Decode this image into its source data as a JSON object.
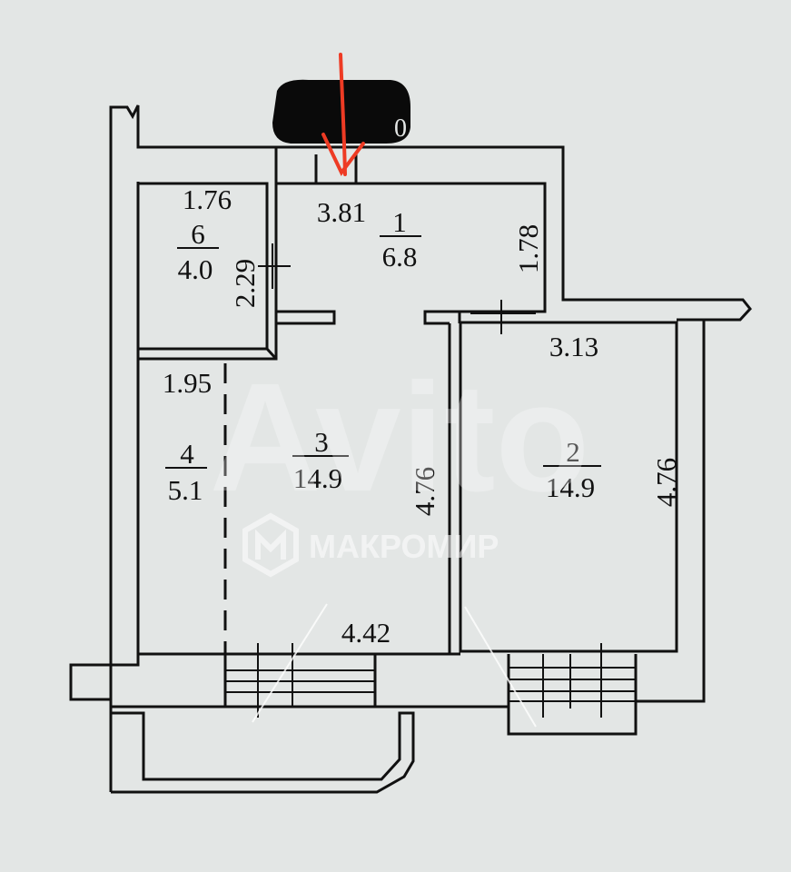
{
  "rooms": {
    "r1": {
      "number": "1",
      "area": "6.8"
    },
    "r2": {
      "number": "2",
      "area": "14.9"
    },
    "r3": {
      "number": "3",
      "area": "14.9"
    },
    "r4": {
      "number": "4",
      "area": "5.1"
    },
    "r6": {
      "number": "6",
      "area": "4.0"
    }
  },
  "dimensions": {
    "r6_width": "1.76",
    "r6_height": "2.29",
    "r1_width": "3.81",
    "r1_height": "1.78",
    "r2_width": "3.13",
    "r2_height": "4.76",
    "r3_height": "4.76",
    "r4_width": "1.95",
    "r3_width": "4.42"
  },
  "watermark": {
    "brand": "МАКРОМИР",
    "site": "Avito"
  },
  "colors": {
    "paper": "#e3e6e5",
    "ink": "#111111",
    "arrow": "#ee3b24",
    "redaction": "#0a0a0a",
    "watermark": "#ffffff"
  }
}
